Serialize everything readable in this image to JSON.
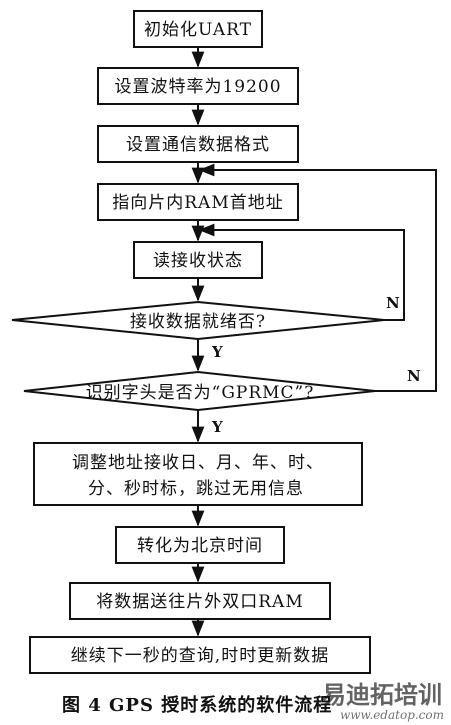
{
  "flowchart": {
    "steps": {
      "init_uart": "初始化UART",
      "set_baud": "设置波特率为19200",
      "set_format": "设置通信数据格式",
      "point_ram": "指向片内RAM首地址",
      "read_status": "读接收状态",
      "check_ready": "接收数据就绪否?",
      "check_header": "识别字头是否为“GPRMC”?",
      "adjust_line1": "调整地址接收日、月、年、时、",
      "adjust_line2": "分、秒时标，跳过无用信息",
      "convert_time": "转化为北京时间",
      "send_data": "将数据送往片外双口RAM",
      "continue_query": "继续下一秒的查询,时时更新数据"
    },
    "labels": {
      "yes": "Y",
      "no": "N"
    }
  },
  "caption": "图 4   GPS 授时系统的软件流程",
  "watermark": {
    "main": "易迪拓培训",
    "sub": "www.edatop.com"
  }
}
